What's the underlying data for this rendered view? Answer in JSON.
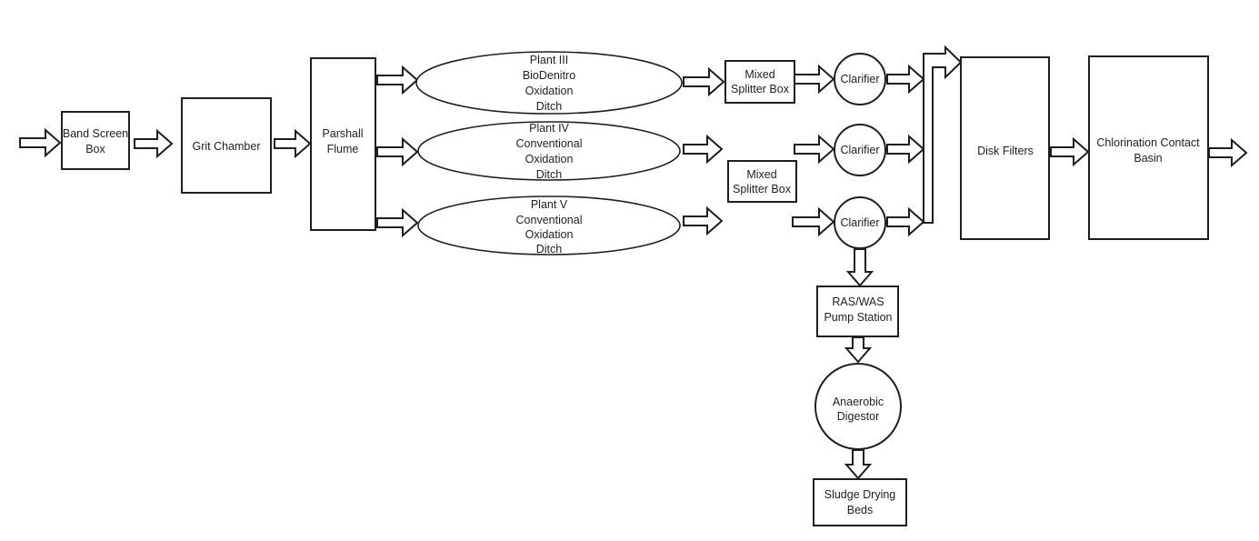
{
  "colors": {
    "line": "#1f1f1f",
    "text": "#1f1f1f",
    "background": "#ffffff",
    "shape_fill": "#ffffff"
  },
  "nodes": {
    "band_screen_box": {
      "line1": "Band Screen",
      "line2": "Box"
    },
    "grit_chamber": {
      "label": "Grit Chamber"
    },
    "parshall_flume": {
      "line1": "Parshall",
      "line2": "Flume"
    },
    "plant_iii_ditch": {
      "line1": "Plant III",
      "line2": "BioDenitro",
      "line3": "Oxidation",
      "line4": "Ditch"
    },
    "plant_iv_ditch": {
      "line1": "Plant IV",
      "line2": "Conventional",
      "line3": "Oxidation",
      "line4": "Ditch"
    },
    "plant_v_ditch": {
      "line1": "Plant V",
      "line2": "Conventional",
      "line3": "Oxidation",
      "line4": "Ditch"
    },
    "mixed_splitter_box_1": {
      "line1": "Mixed",
      "line2": "Splitter Box"
    },
    "mixed_splitter_box_2": {
      "line1": "Mixed",
      "line2": "Splitter Box"
    },
    "clarifier_1": {
      "label": "Clarifier"
    },
    "clarifier_2": {
      "label": "Clarifier"
    },
    "clarifier_3": {
      "label": "Clarifier"
    },
    "disk_filters": {
      "label": "Disk Filters"
    },
    "chlorination_contact_basin": {
      "line1": "Chlorination Contact",
      "line2": "Basin"
    },
    "ras_was_pump_station": {
      "line1": "RAS/WAS",
      "line2": "Pump Station"
    },
    "anaerobic_digestor": {
      "line1": "Anaerobic",
      "line2": "Digestor"
    },
    "sludge_drying_beds": {
      "line1": "Sludge Drying",
      "line2": "Beds"
    }
  }
}
